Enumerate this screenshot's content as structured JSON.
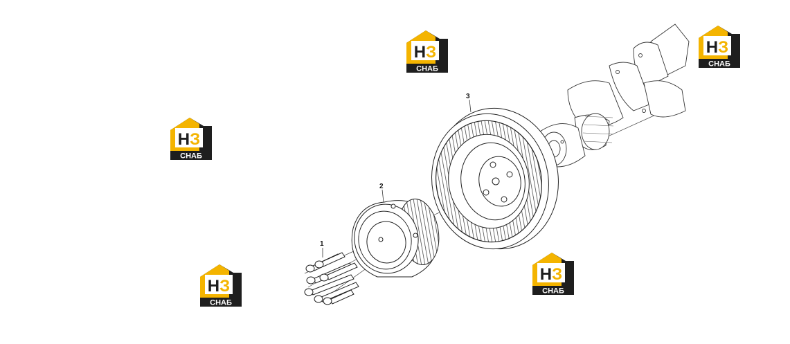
{
  "callouts": {
    "bolts": "1",
    "pulley": "2",
    "damper": "3"
  },
  "logo": {
    "mark": "НЗ",
    "text": "СНАБ",
    "colors": {
      "yellow": "#f4b400",
      "dark": "#1e1e1e",
      "white": "#ffffff"
    }
  },
  "colors": {
    "line": "#2a2a2a",
    "bg": "#ffffff"
  }
}
